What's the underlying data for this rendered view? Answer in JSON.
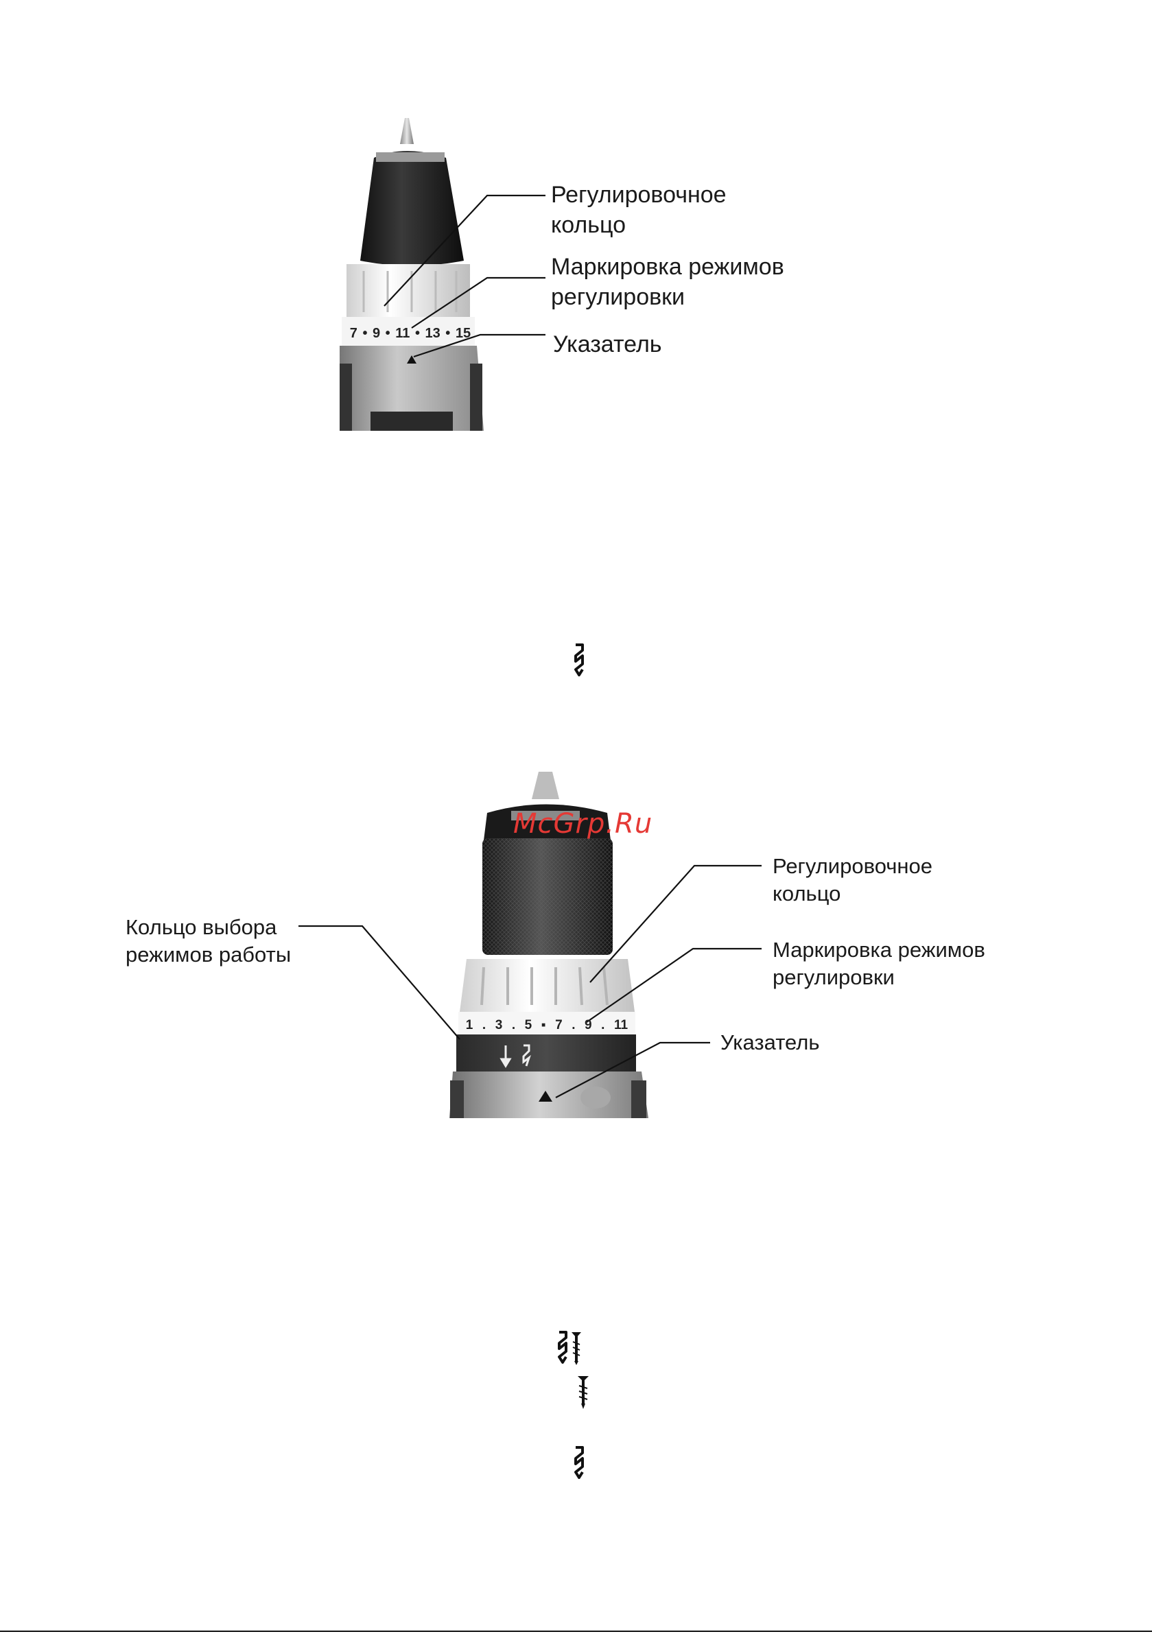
{
  "figure1": {
    "callouts": {
      "adjust_ring": [
        "Регулировочное",
        "кольцо"
      ],
      "marking": [
        "Маркировка режимов",
        "регулировки"
      ],
      "pointer": "Указатель"
    },
    "scale_numbers": [
      "7",
      "9",
      "11",
      "13",
      "15"
    ]
  },
  "figure2": {
    "callouts": {
      "mode_ring": [
        "Кольцо выбора",
        "режимов работы"
      ],
      "adjust_ring": [
        "Регулировочное",
        "кольцо"
      ],
      "marking": [
        "Маркировка режимов",
        "регулировки"
      ],
      "pointer": "Указатель"
    },
    "scale_numbers": [
      "1",
      "3",
      "5",
      "7",
      "9",
      "11"
    ]
  },
  "watermark": "McGrp.Ru",
  "icons": [
    "drill-bit-icon",
    "drill-and-screw-icon",
    "screw-icon",
    "drill-bit-icon"
  ]
}
